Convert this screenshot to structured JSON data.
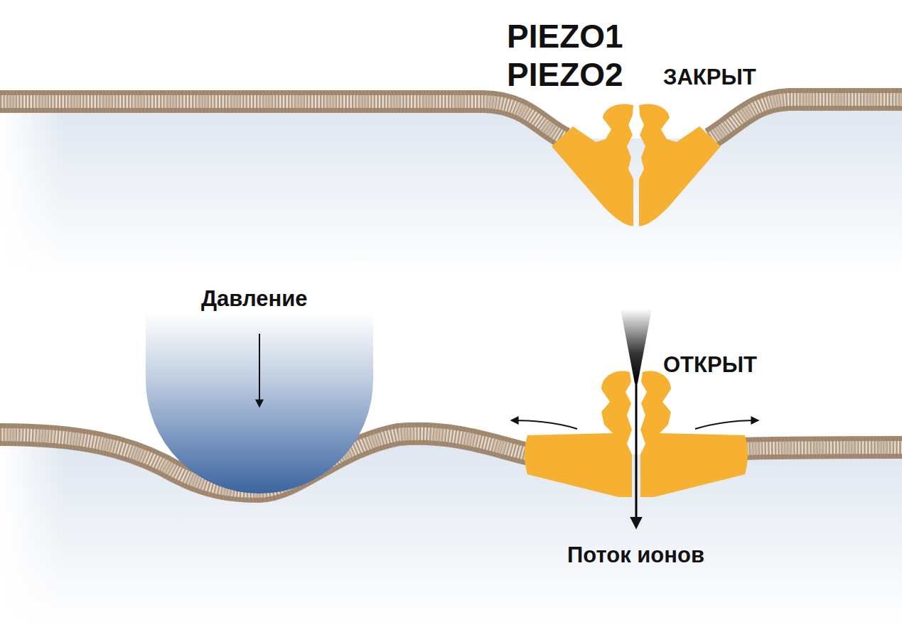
{
  "diagram": {
    "labels": [
      "PIEZO1",
      "PIEZO2",
      "ЗАКРЫТ",
      "Давление",
      "ОТКРЫТ",
      "Поток ионов"
    ]
  }
}
